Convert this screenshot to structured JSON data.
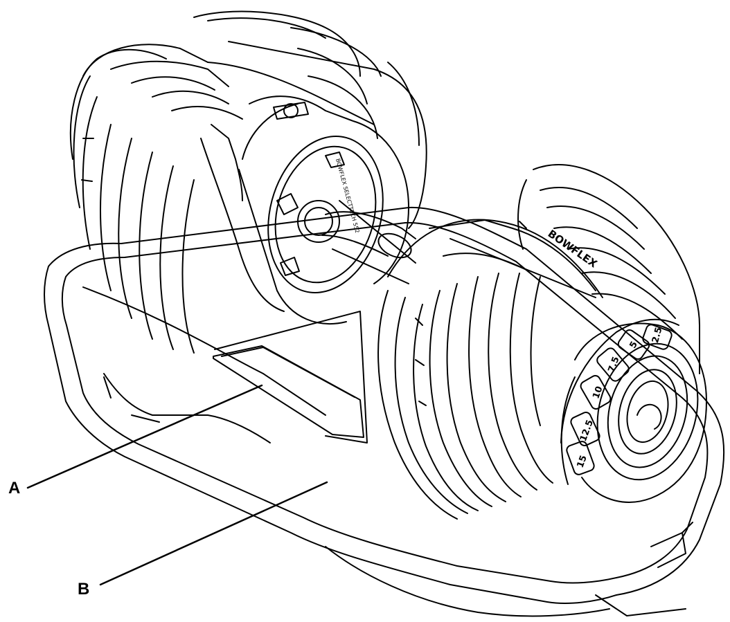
{
  "callouts": [
    {
      "letter": "A",
      "target": "cradle label plate"
    },
    {
      "letter": "B",
      "target": "dumbbell base tray"
    }
  ],
  "dial": {
    "numbers": [
      "15",
      "12.5",
      "10",
      "7.5",
      "5",
      "2.5"
    ]
  },
  "brand_marks": {
    "dumbbell_brand": "BOWFLEX",
    "plate_text": "BOWFLEX SELECTTECH 552"
  },
  "colors": {
    "line": "#000000",
    "background": "#ffffff"
  }
}
